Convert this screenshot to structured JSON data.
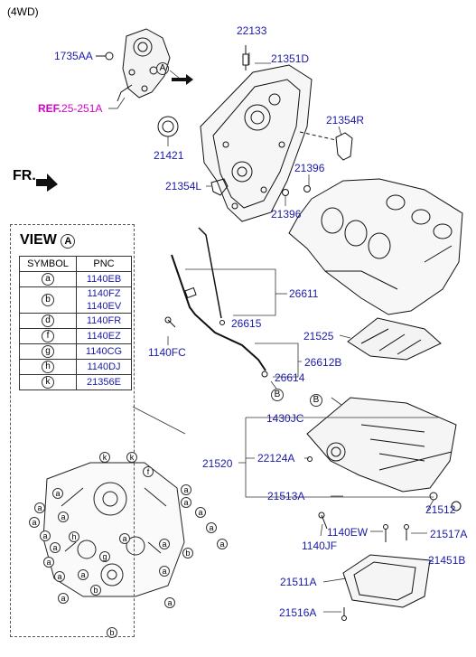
{
  "header": {
    "variant": "(4WD)"
  },
  "front_label": "FR.",
  "reference": {
    "prefix": "REF.",
    "code": "25-251A"
  },
  "callouts": {
    "view_a": "A",
    "sub_b1": "B",
    "sub_b2": "B"
  },
  "labels": {
    "p1735AA": "1735AA",
    "p22133": "22133",
    "p21351D": "21351D",
    "p21354R": "21354R",
    "p21421": "21421",
    "p21396a": "21396",
    "p21354L": "21354L",
    "p21396b": "21396",
    "p26611": "26611",
    "p26615": "26615",
    "p1140FC": "1140FC",
    "p21525": "21525",
    "p26612B": "26612B",
    "p26614": "26614",
    "p1430JC": "1430JC",
    "p21520": "21520",
    "p22124A": "22124A",
    "p21513A": "21513A",
    "p21512": "21512",
    "p1140EW": "1140EW",
    "p21517A": "21517A",
    "p1140JF": "1140JF",
    "p21451B": "21451B",
    "p21511A": "21511A",
    "p21516A": "21516A"
  },
  "view": {
    "title": "VIEW",
    "letter": "A",
    "col_symbol": "SYMBOL",
    "col_pnc": "PNC",
    "rows": [
      {
        "symbol": "a",
        "pnc": "1140EB"
      },
      {
        "symbol": "b",
        "pnc": "1140FZ\n1140EV"
      },
      {
        "symbol": "d",
        "pnc": "1140FR"
      },
      {
        "symbol": "f",
        "pnc": "1140EZ"
      },
      {
        "symbol": "g",
        "pnc": "1140CG"
      },
      {
        "symbol": "h",
        "pnc": "1140DJ"
      },
      {
        "symbol": "k",
        "pnc": "21356E"
      }
    ]
  }
}
